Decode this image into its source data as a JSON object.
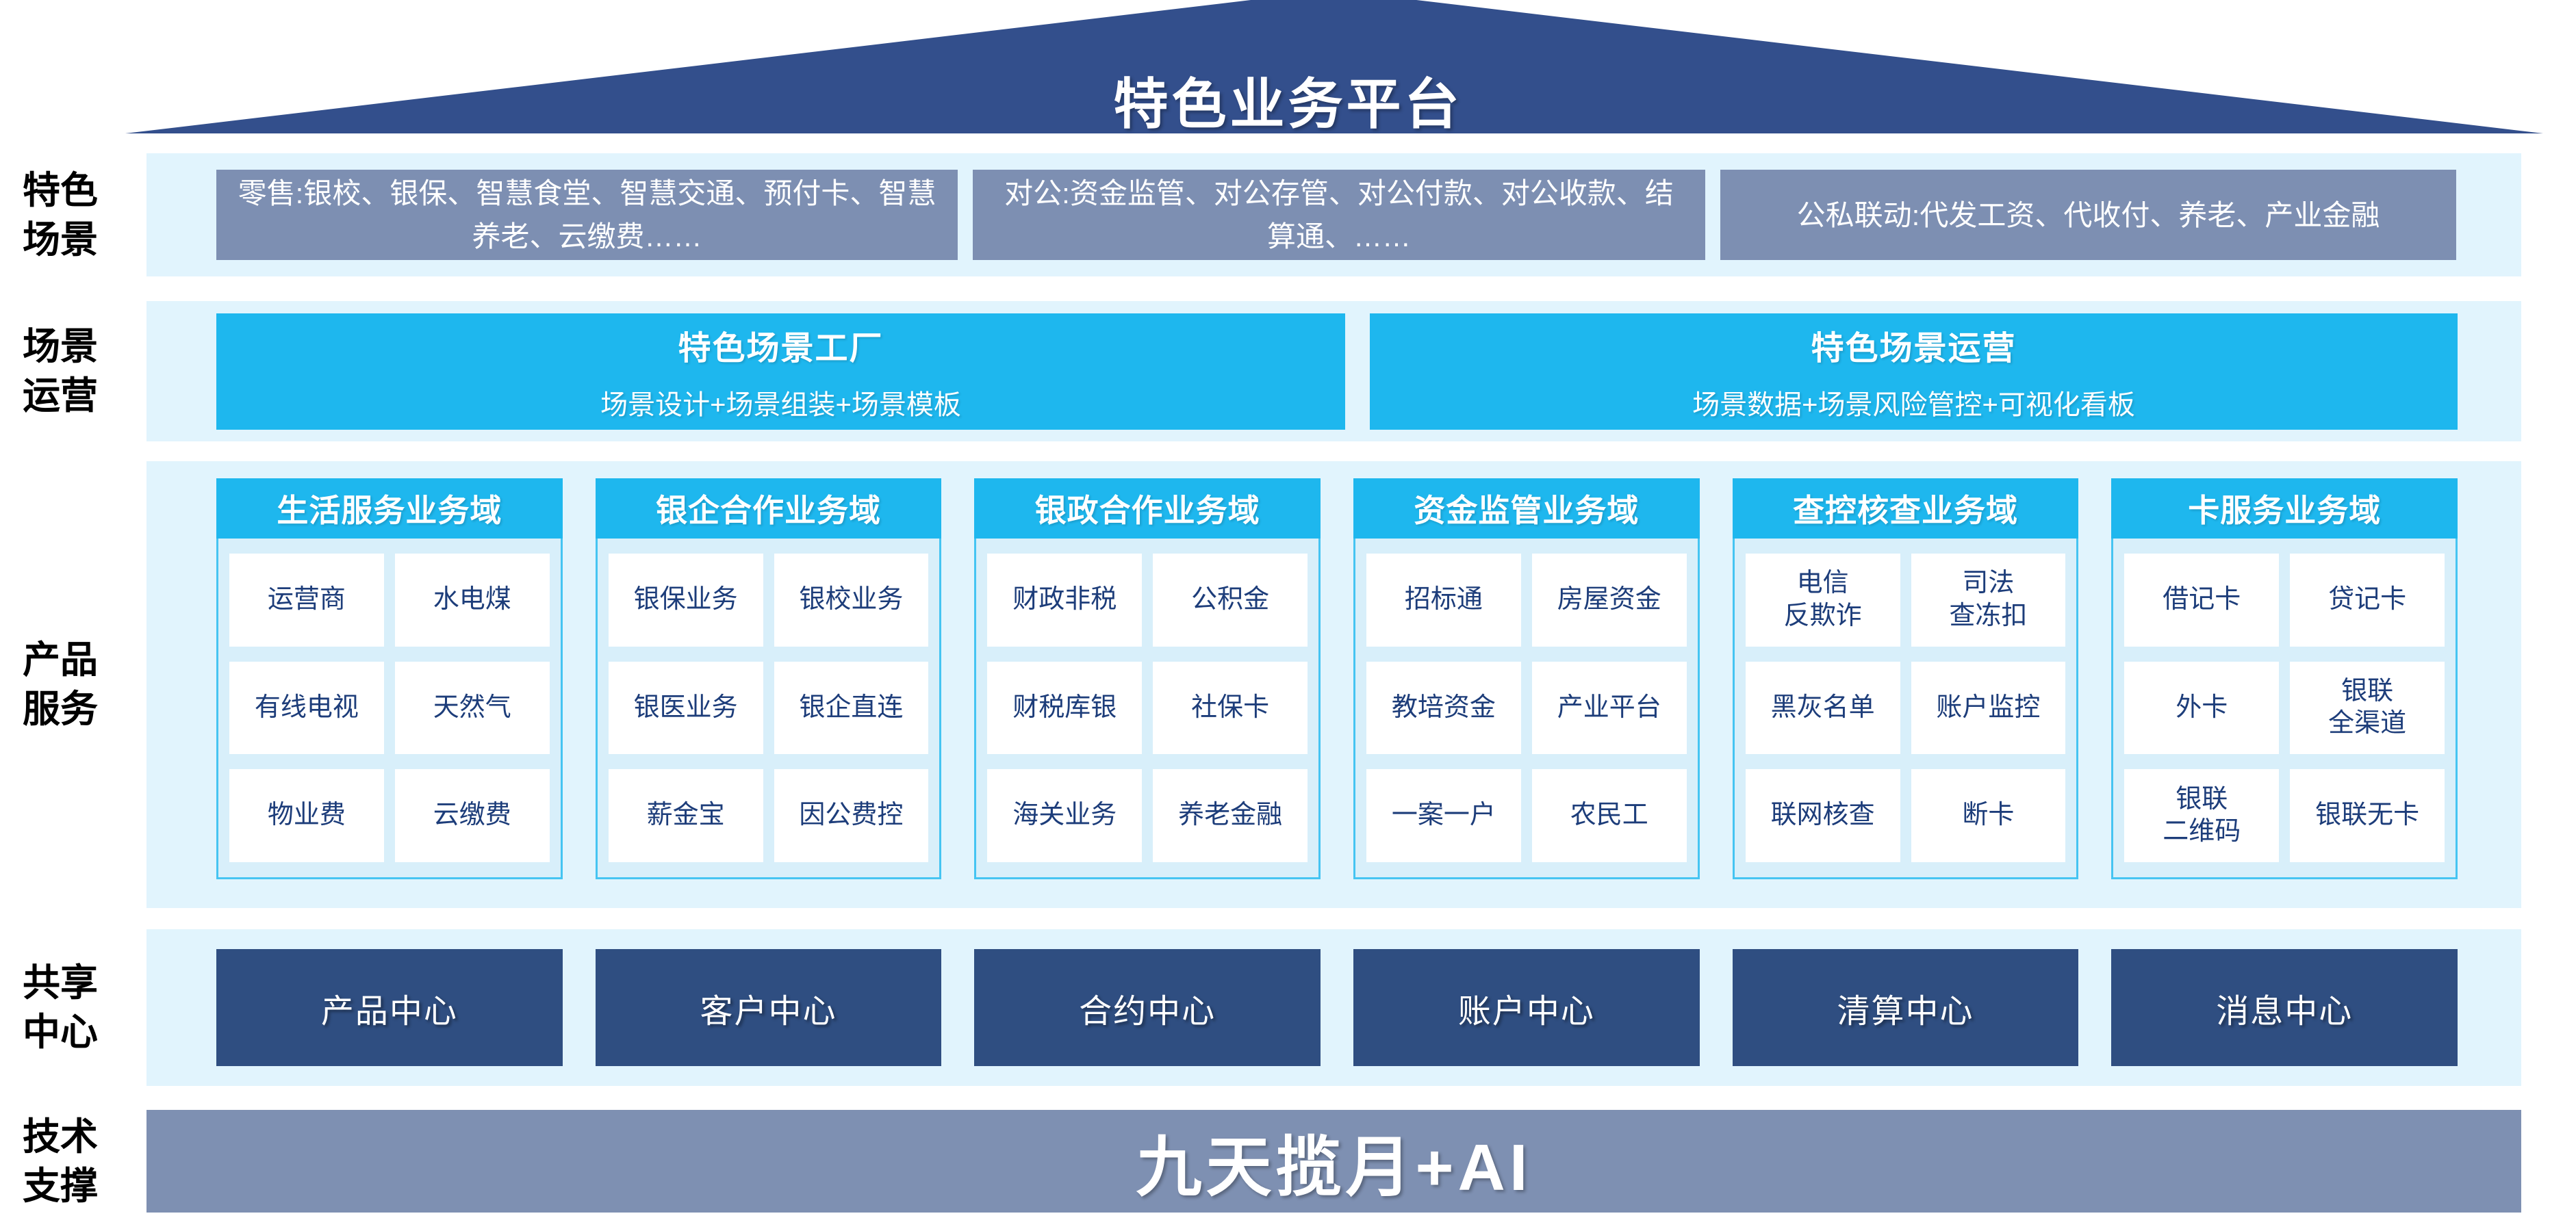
{
  "page": {
    "title": "特色业务平台"
  },
  "left_labels": [
    "特色\n场景",
    "场景\n运营",
    "产品\n服务",
    "共享\n中心",
    "技术\n支撑"
  ],
  "scenarios": {
    "boxes": [
      "零售:银校、银保、智慧食堂、智慧交通、预付卡、智慧养老、云缴费……",
      "对公:资金监管、对公存管、对公付款、对公收款、结算通、……",
      "公私联动:代发工资、代收付、养老、产业金融"
    ]
  },
  "operations": {
    "factory": {
      "title": "特色场景工厂",
      "subtitle": "场景设计+场景组装+场景模板"
    },
    "ops": {
      "title": "特色场景运营",
      "subtitle": "场景数据+场景风险管控+可视化看板"
    }
  },
  "products": {
    "domains": [
      {
        "title": "生活服务业务域",
        "items": [
          "运营商",
          "水电煤",
          "有线电视",
          "天然气",
          "物业费",
          "云缴费"
        ]
      },
      {
        "title": "银企合作业务域",
        "items": [
          "银保业务",
          "银校业务",
          "银医业务",
          "银企直连",
          "薪金宝",
          "因公费控"
        ]
      },
      {
        "title": "银政合作业务域",
        "items": [
          "财政非税",
          "公积金",
          "财税库银",
          "社保卡",
          "海关业务",
          "养老金融"
        ]
      },
      {
        "title": "资金监管业务域",
        "items": [
          "招标通",
          "房屋资金",
          "教培资金",
          "产业平台",
          "一案一户",
          "农民工"
        ]
      },
      {
        "title": "查控核查业务域",
        "items": [
          "电信\n反欺诈",
          "司法\n查冻扣",
          "黑灰名单",
          "账户监控",
          "联网核查",
          "断卡"
        ]
      },
      {
        "title": "卡服务业务域",
        "items": [
          "借记卡",
          "贷记卡",
          "外卡",
          "银联\n全渠道",
          "银联\n二维码",
          "银联无卡"
        ]
      }
    ]
  },
  "centers": [
    "产品中心",
    "客户中心",
    "合约中心",
    "账户中心",
    "清算中心",
    "消息中心"
  ],
  "tech": {
    "text": "九天揽月+AI"
  },
  "colors": {
    "roof": "#334f8c",
    "band": "#e1f4fd",
    "scenario_box": "#7d8fb2",
    "cyan": "#1eb7ee",
    "domain_body": "#d8effa",
    "cell_text": "#1d3d7a",
    "center_box": "#2f4e81",
    "tech_bar": "#7e90b2"
  }
}
